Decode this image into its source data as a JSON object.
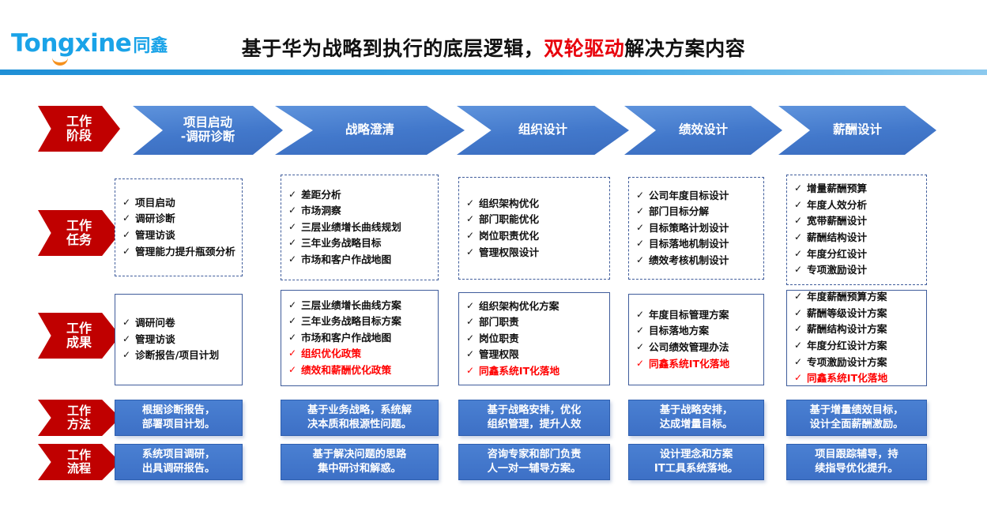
{
  "header": {
    "logo_en": "Tongxine",
    "logo_cn": "同鑫",
    "title_part1": "基于华为战略到执行的底层逻辑，",
    "title_highlight": "双轮驱动",
    "title_part2": "解决方案内容",
    "accent_blue": "#1AA3E8",
    "accent_red": "#E8000B",
    "accent_orange": "#F5911E"
  },
  "row_labels": [
    {
      "id": "stage",
      "line1": "工作",
      "line2": "阶段"
    },
    {
      "id": "tasks",
      "line1": "工作",
      "line2": "任务"
    },
    {
      "id": "outcomes",
      "line1": "工作",
      "line2": "成果"
    },
    {
      "id": "methods",
      "line1": "工作",
      "line2": "方法"
    },
    {
      "id": "process",
      "line1": "工作",
      "line2": "流程"
    }
  ],
  "stages": [
    {
      "line1": "项目启动",
      "line2": "-调研诊断"
    },
    {
      "line1": "战略澄清",
      "line2": ""
    },
    {
      "line1": "组织设计",
      "line2": ""
    },
    {
      "line1": "绩效设计",
      "line2": ""
    },
    {
      "line1": "薪酬设计",
      "line2": ""
    }
  ],
  "tasks": [
    {
      "items": [
        {
          "text": "项目启动",
          "red": false
        },
        {
          "text": "调研诊断",
          "red": false
        },
        {
          "text": "管理访谈",
          "red": false
        },
        {
          "text": "管理能力提升瓶颈分析",
          "red": false,
          "wrap": true
        }
      ]
    },
    {
      "items": [
        {
          "text": "差距分析",
          "red": false
        },
        {
          "text": "市场洞察",
          "red": false
        },
        {
          "text": "三层业绩增长曲线规划",
          "red": false
        },
        {
          "text": "三年业务战略目标",
          "red": false
        },
        {
          "text": "市场和客户作战地图",
          "red": false
        }
      ]
    },
    {
      "items": [
        {
          "text": "组织架构优化",
          "red": false
        },
        {
          "text": "部门职能优化",
          "red": false
        },
        {
          "text": "岗位职责优化",
          "red": false
        },
        {
          "text": "管理权限设计",
          "red": false
        }
      ]
    },
    {
      "items": [
        {
          "text": "公司年度目标设计",
          "red": false
        },
        {
          "text": "部门目标分解",
          "red": false
        },
        {
          "text": "目标策略计划设计",
          "red": false
        },
        {
          "text": "目标落地机制设计",
          "red": false
        },
        {
          "text": "绩效考核机制设计",
          "red": false
        }
      ]
    },
    {
      "items": [
        {
          "text": "增量薪酬预算",
          "red": false
        },
        {
          "text": "年度人效分析",
          "red": false
        },
        {
          "text": "宽带薪酬设计",
          "red": false
        },
        {
          "text": "薪酬结构设计",
          "red": false
        },
        {
          "text": "年度分红设计",
          "red": false
        },
        {
          "text": "专项激励设计",
          "red": false
        }
      ]
    }
  ],
  "outcomes": [
    {
      "items": [
        {
          "text": "调研问卷",
          "red": false
        },
        {
          "text": "管理访谈",
          "red": false
        },
        {
          "text": "诊断报告/项目计划",
          "red": false
        }
      ]
    },
    {
      "items": [
        {
          "text": "三层业绩增长曲线方案",
          "red": false
        },
        {
          "text": "三年业务战略目标方案",
          "red": false
        },
        {
          "text": "市场和客户作战地图",
          "red": false
        },
        {
          "text": "组织优化政策",
          "red": true
        },
        {
          "text": "绩效和薪酬优化政策",
          "red": true
        }
      ]
    },
    {
      "items": [
        {
          "text": "组织架构优化方案",
          "red": false
        },
        {
          "text": "部门职责",
          "red": false
        },
        {
          "text": "岗位职责",
          "red": false
        },
        {
          "text": "管理权限",
          "red": false
        },
        {
          "text": "同鑫系统IT化落地",
          "red": true
        }
      ]
    },
    {
      "items": [
        {
          "text": "年度目标管理方案",
          "red": false
        },
        {
          "text": "目标落地方案",
          "red": false
        },
        {
          "text": "公司绩效管理办法",
          "red": false
        },
        {
          "text": "同鑫系统IT化落地",
          "red": true
        }
      ]
    },
    {
      "items": [
        {
          "text": "年度薪酬预算方案",
          "red": false
        },
        {
          "text": "薪酬等级设计方案",
          "red": false
        },
        {
          "text": "薪酬结构设计方案",
          "red": false
        },
        {
          "text": "年度分红设计方案",
          "red": false
        },
        {
          "text": "专项激励设计方案",
          "red": false
        },
        {
          "text": "同鑫系统IT化落地",
          "red": true
        }
      ]
    }
  ],
  "methods": [
    {
      "line1": "根据诊断报告，",
      "line2": "部署项目计划。"
    },
    {
      "line1": "基于业务战略，系统解",
      "line2": "决本质和根源性问题。"
    },
    {
      "line1": "基于战略安排，优化",
      "line2": "组织管理，提升人效"
    },
    {
      "line1": "基于战略安排，",
      "line2": "达成增量目标。"
    },
    {
      "line1": "基于增量绩效目标，",
      "line2": "设计全面薪酬激励。"
    }
  ],
  "process": [
    {
      "line1": "系统项目调研，",
      "line2": "出具调研报告。"
    },
    {
      "line1": "基于解决问题的思路",
      "line2": "集中研讨和解惑。"
    },
    {
      "line1": "咨询专家和部门负责",
      "line2": "人一对一辅导方案。"
    },
    {
      "line1": "设计理念和方案",
      "line2": "IT工具系统落地。"
    },
    {
      "line1": "项目跟踪辅导，持",
      "line2": "续指导优化提升。"
    }
  ],
  "icons": {
    "check": "✓"
  }
}
